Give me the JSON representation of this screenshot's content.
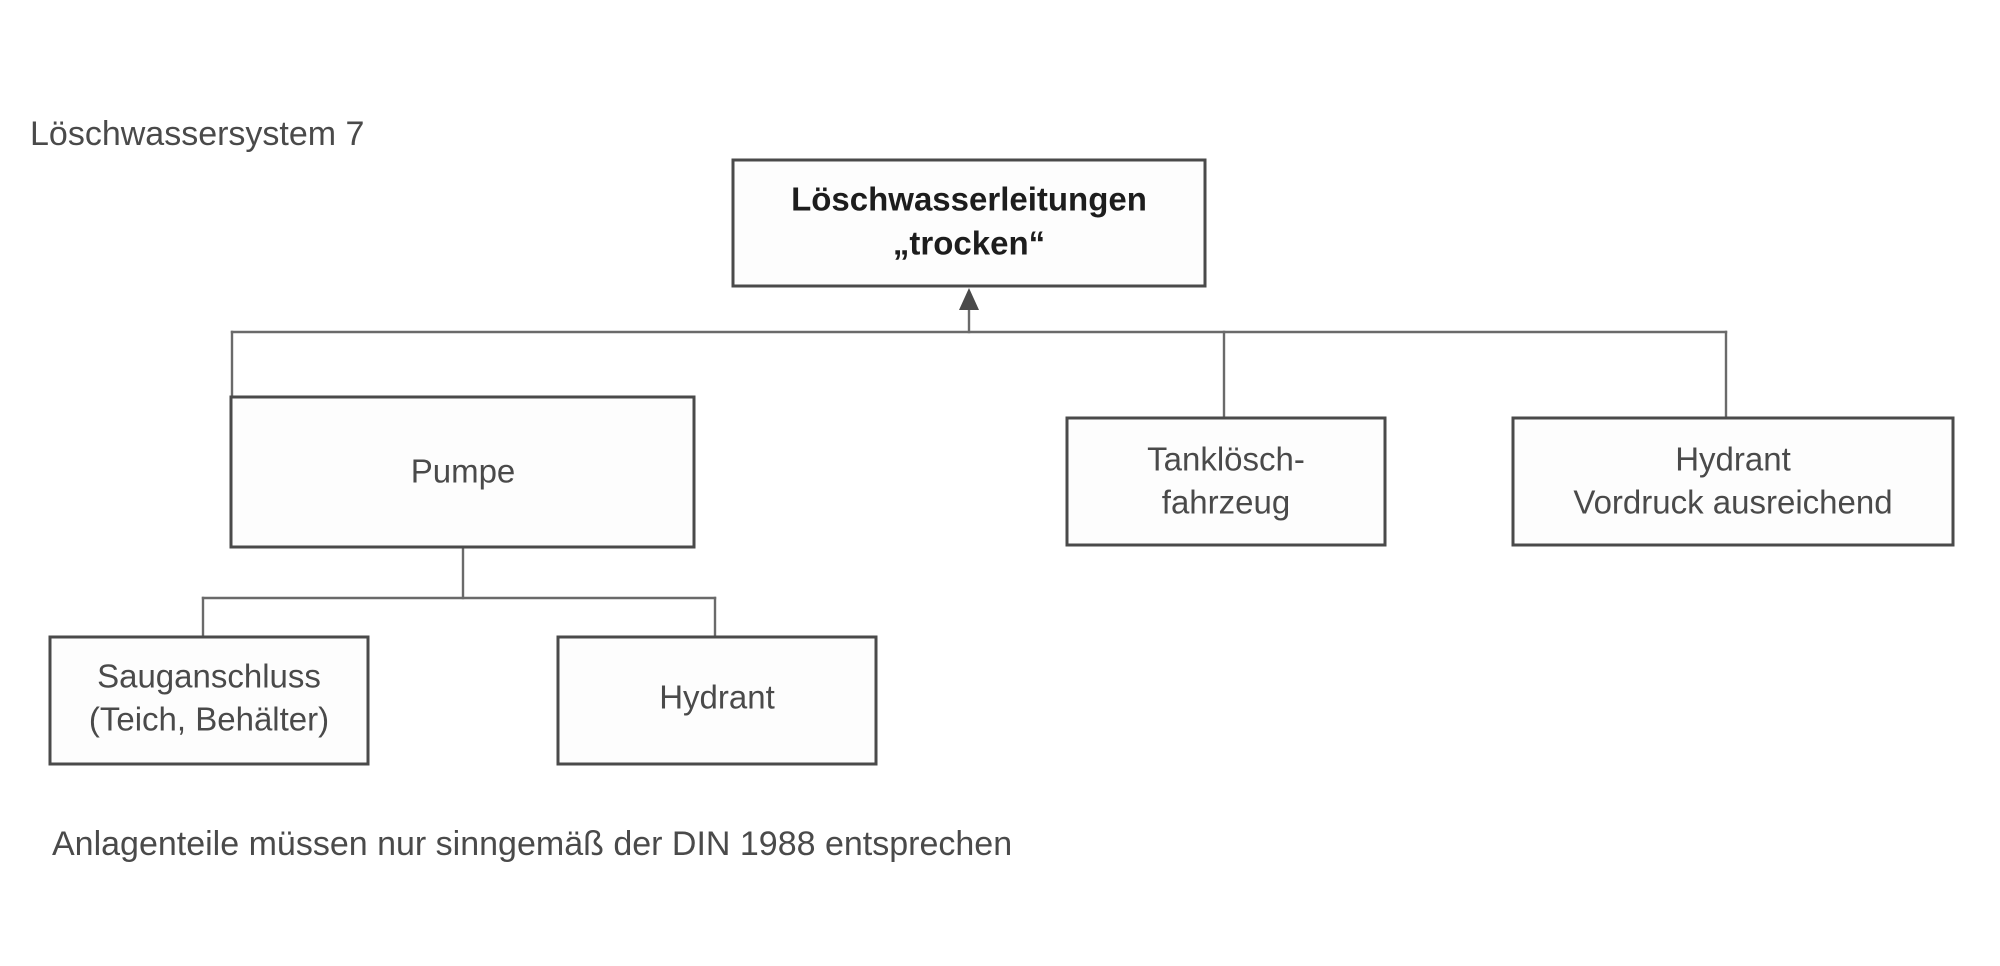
{
  "diagram": {
    "title": "Löschwassersystem 7",
    "footnote": "Anlagenteile müssen nur sinngemäß der DIN 1988 entsprechen",
    "theme": {
      "background": "#ffffff",
      "box_border": "#4a4a4a",
      "box_fill": "#fdfdfd",
      "connector": "#6a6a6a",
      "text": "#4a4a4a",
      "root_text": "#1d1d1d"
    },
    "nodes": {
      "root": {
        "id": "loeschwasserleitungen-trocken",
        "line1": "Löschwasserleitungen",
        "line2": "„trocken“",
        "bold": true
      },
      "pumpe": {
        "id": "pumpe",
        "line1": "Pumpe",
        "line2": ""
      },
      "tankloeschfahrzeug": {
        "id": "tankloeschfahrzeug",
        "line1": "Tanklösch-",
        "line2": "fahrzeug"
      },
      "hydrant_vordruck": {
        "id": "hydrant-vordruck",
        "line1": "Hydrant",
        "line2": "Vordruck ausreichend"
      },
      "sauganschluss": {
        "id": "sauganschluss",
        "line1": "Sauganschluss",
        "line2": "(Teich, Behälter)"
      },
      "hydrant": {
        "id": "hydrant",
        "line1": "Hydrant",
        "line2": ""
      }
    },
    "edges": [
      {
        "from": "pumpe",
        "to": "root",
        "arrow": true
      },
      {
        "from": "tankloeschfahrzeug",
        "to": "root",
        "arrow": true
      },
      {
        "from": "hydrant_vordruck",
        "to": "root",
        "arrow": true
      },
      {
        "from": "sauganschluss",
        "to": "pumpe",
        "arrow": false
      },
      {
        "from": "hydrant",
        "to": "pumpe",
        "arrow": false
      }
    ]
  }
}
